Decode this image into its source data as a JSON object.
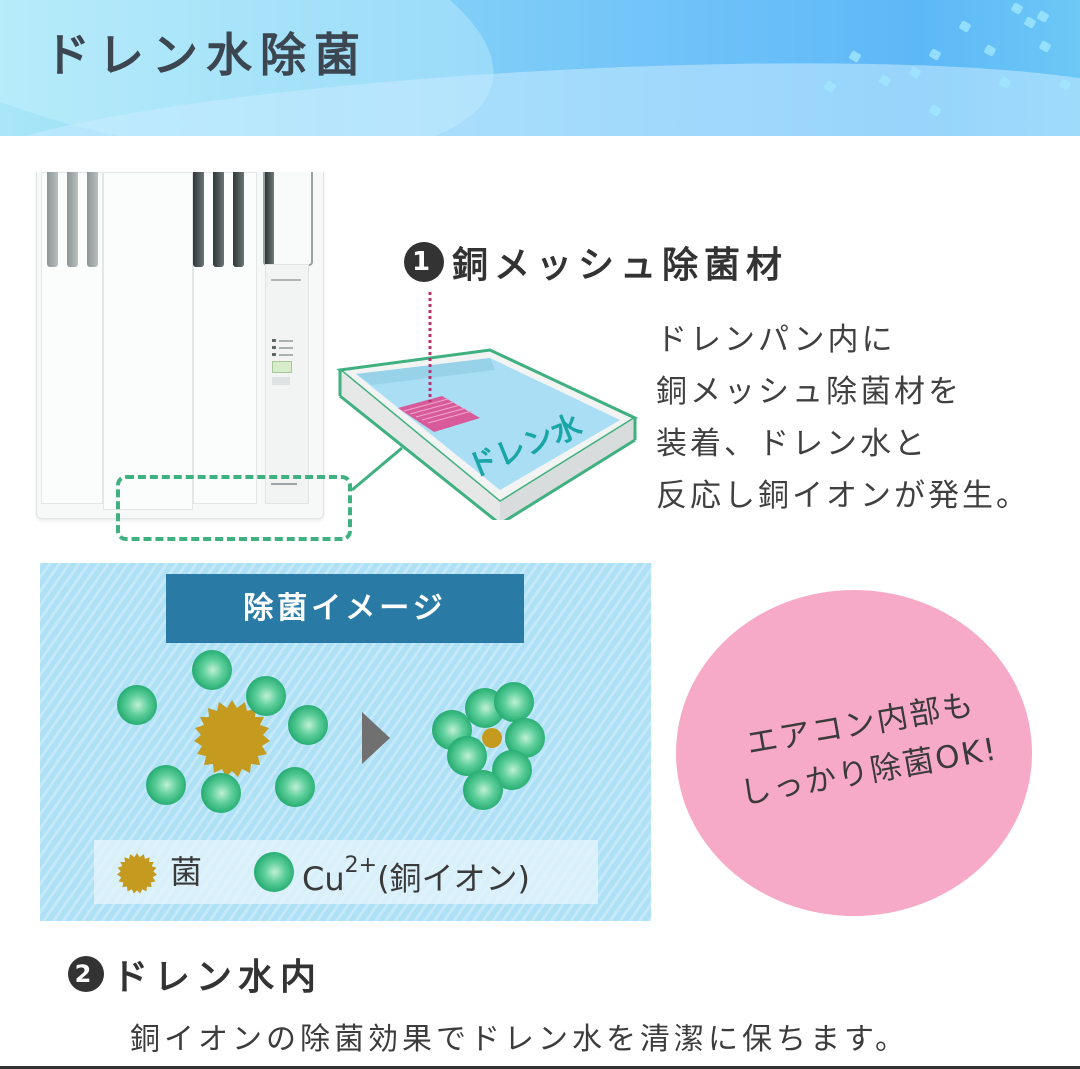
{
  "banner": {
    "title": "ドレン水除菌",
    "gradient_colors": [
      "#a9e6f8",
      "#72c4f9",
      "#5db8f7"
    ]
  },
  "feature1": {
    "number": "1",
    "heading": "銅メッシュ除菌材",
    "description_lines": [
      "ドレンパン内に",
      "銅メッシュ除菌材を",
      "装着、ドレン水と",
      "反応し銅イオンが発生。"
    ],
    "pan_label": "ドレン水"
  },
  "sterilization_image": {
    "title": "除菌イメージ",
    "legend": {
      "germ_label": "菌",
      "ion_label_prefix": "Cu",
      "ion_label_sup": "2+",
      "ion_label_suffix": "(銅イオン)"
    },
    "colors": {
      "background": "#aee0f6",
      "title_bg": "#2a7aa6",
      "ion_green": "#1ea86c",
      "germ_gold": "#c49a1f"
    }
  },
  "callout": {
    "lines": [
      "エアコン内部も",
      "しっかり除菌OK!"
    ],
    "color": "#f7a9c8"
  },
  "feature2": {
    "number": "2",
    "heading": "ドレン水内",
    "description": "銅イオンの除菌効果でドレン水を清潔に保ちます。"
  }
}
